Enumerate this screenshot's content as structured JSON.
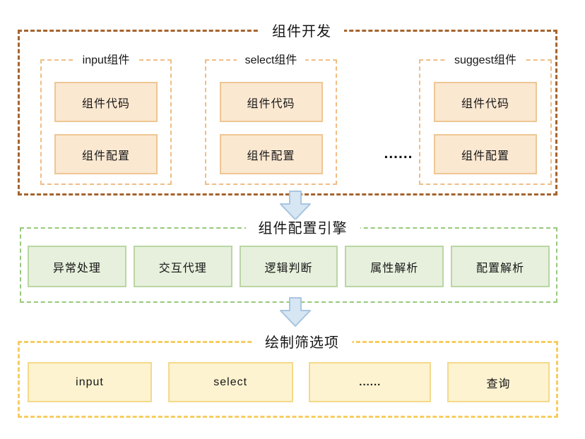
{
  "sections": {
    "dev": {
      "title": "组件开发",
      "ellipsis": "......",
      "components": [
        {
          "label": "input组件",
          "cards": [
            "组件代码",
            "组件配置"
          ]
        },
        {
          "label": "select组件",
          "cards": [
            "组件代码",
            "组件配置"
          ]
        },
        {
          "label": "suggest组件",
          "cards": [
            "组件代码",
            "组件配置"
          ]
        }
      ]
    },
    "engine": {
      "title": "组件配置引擎",
      "modules": [
        "异常处理",
        "交互代理",
        "逻辑判断",
        "属性解析",
        "配置解析"
      ]
    },
    "render": {
      "title": "绘制筛选项",
      "items": [
        "input",
        "select",
        "......",
        "查询"
      ]
    }
  },
  "colors": {
    "dev_outline": "#a5642e",
    "component_outline": "#f0bd85",
    "card_border": "#eec694",
    "card_fill": "#fbe8d1",
    "engine_outline": "#97c97c",
    "module_border": "#b9d6a4",
    "module_fill": "#e6f0dc",
    "render_outline": "#f6cd60",
    "item_border": "#f4d98b",
    "item_fill": "#fdf3d0",
    "arrow_fill": "#d7e6f3",
    "arrow_stroke": "#a9c6e0",
    "text": "#161616"
  }
}
